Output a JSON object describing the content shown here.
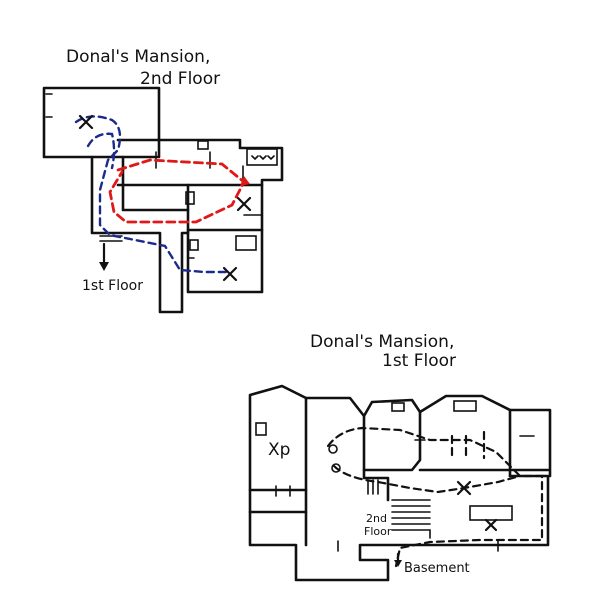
{
  "floors": {
    "second": {
      "title_line1": "Donal's Mansion,",
      "title_line2": "2nd Floor",
      "exit_label": "1st Floor"
    },
    "first": {
      "title_line1": "Donal's Mansion,",
      "title_line2": "1st Floor",
      "stairs_label_line1": "2nd",
      "stairs_label_line2": "Floor",
      "basement_label": "Basement",
      "marker_xp": "Xp"
    }
  },
  "colors": {
    "ink": "#111111",
    "path_blue": "#1c2a8c",
    "path_red": "#e01818"
  }
}
